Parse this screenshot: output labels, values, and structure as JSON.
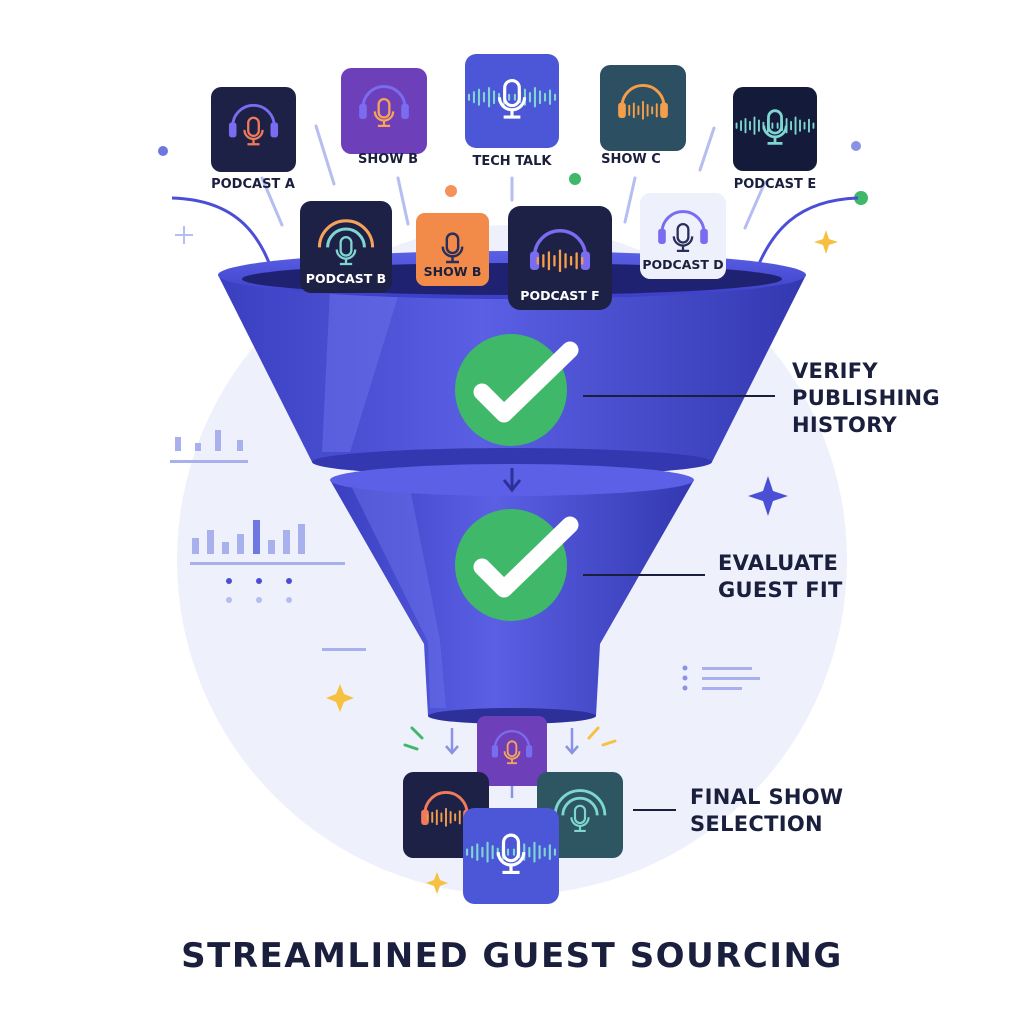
{
  "title": "STREAMLINED GUEST SOURCING",
  "top_shows": [
    {
      "label": "PODCAST A",
      "icon": "microphone-headphones-icon",
      "bg": "#1d2146",
      "accent": "#f07a5a"
    },
    {
      "label": "SHOW B",
      "icon": "microphone-headphones-icon",
      "bg": "#6d3fb8",
      "accent": "#f7a35c"
    },
    {
      "label": "TECH TALK",
      "icon": "microphone-waveform-icon",
      "bg": "#4c57d8",
      "accent": "#ffffff"
    },
    {
      "label": "SHOW C",
      "icon": "headphones-waveform-icon",
      "bg": "#2d4f62",
      "accent": "#f59e4a"
    },
    {
      "label": "PODCAST E",
      "icon": "microphone-waveform-icon",
      "bg": "#141a3a",
      "accent": "#7fd6d0"
    }
  ],
  "rim_shows": [
    {
      "label": "PODCAST B",
      "icon": "microphone-broadcast-icon",
      "bg": "#1d2146",
      "accent": "#f5a25a"
    },
    {
      "label": "SHOW B",
      "icon": "microphone-icon",
      "bg": "#f28b4a",
      "accent": "#2a2f5a"
    },
    {
      "label": "PODCAST F",
      "icon": "headphones-waveform-icon",
      "bg": "#1d2146",
      "accent": "#7a6cf0"
    },
    {
      "label": "PODCAST D",
      "icon": "microphone-headphones-icon",
      "bg": "#eef0fb",
      "accent": "#2a2f5a"
    }
  ],
  "stages": [
    {
      "label_lines": [
        "VERIFY",
        "PUBLISHING",
        "HISTORY"
      ],
      "status": "passed"
    },
    {
      "label_lines": [
        "EVALUATE",
        "GUEST FIT"
      ],
      "status": "passed"
    },
    {
      "label_lines": [
        "FINAL SHOW",
        "SELECTION"
      ],
      "status": "selected"
    }
  ],
  "output_shows": [
    {
      "icon": "microphone-headphones-icon",
      "bg": "#6d3fb8",
      "accent": "#f7a35c"
    },
    {
      "icon": "waveform-headphones-icon",
      "bg": "#1d2146",
      "accent": "#f07a5a"
    },
    {
      "icon": "podcast-broadcast-icon",
      "bg": "#2d5562",
      "accent": "#7fd6d0"
    },
    {
      "icon": "microphone-waveform-icon",
      "bg": "#4c57d8",
      "accent": "#ffffff"
    }
  ],
  "colors": {
    "funnel": "#4a4fd6",
    "funnel_dark": "#3338b0",
    "funnel_rim": "#3e43c8",
    "check": "#3fb86a",
    "text": "#1a1f3d",
    "backdrop": "#eef1fb"
  }
}
